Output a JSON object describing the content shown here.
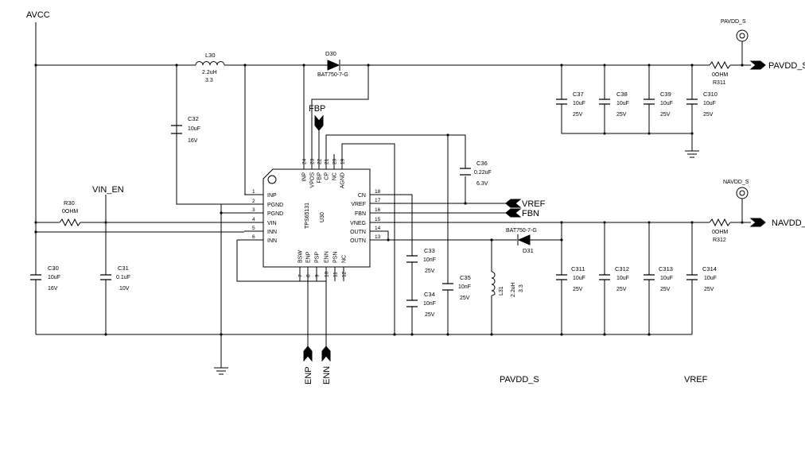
{
  "nets": {
    "avcc": "AVCC",
    "vin_en": "VIN_EN",
    "fbp": "FBP",
    "vref": "VREF",
    "fbn": "FBN",
    "enp": "ENP",
    "enn": "ENN",
    "pavdd_s_top": "PAVDD_S",
    "pavdd_s_out": "PAVDD_S",
    "navdd_s_top": "NAVDD_S",
    "navdd_s_out": "NAVDD_",
    "pavdd_s_bottom": "PAVDD_S",
    "vref_bottom": "VREF"
  },
  "ic": {
    "ref": "U30",
    "part": "TPS65131",
    "left_pins": [
      {
        "num": "1",
        "name": "INP"
      },
      {
        "num": "2",
        "name": "PGND"
      },
      {
        "num": "3",
        "name": "PGND"
      },
      {
        "num": "4",
        "name": "VIN"
      },
      {
        "num": "5",
        "name": "INN"
      },
      {
        "num": "6",
        "name": "INN"
      }
    ],
    "right_pins": [
      {
        "num": "18",
        "name": "CN"
      },
      {
        "num": "17",
        "name": "VREF"
      },
      {
        "num": "16",
        "name": "FBN"
      },
      {
        "num": "15",
        "name": "VNEG"
      },
      {
        "num": "14",
        "name": "OUTN"
      },
      {
        "num": "13",
        "name": "OUTN"
      }
    ],
    "top_pins": [
      {
        "num": "24",
        "name": "INP"
      },
      {
        "num": "23",
        "name": "VPOS"
      },
      {
        "num": "22",
        "name": "FBP"
      },
      {
        "num": "21",
        "name": "CP"
      },
      {
        "num": "20",
        "name": "NC"
      },
      {
        "num": "19",
        "name": "AGND"
      }
    ],
    "bottom_pins": [
      {
        "num": "7",
        "name": "BSW"
      },
      {
        "num": "8",
        "name": "ENP"
      },
      {
        "num": "9",
        "name": "PSP"
      },
      {
        "num": "10",
        "name": "ENN"
      },
      {
        "num": "11",
        "name": "PSN"
      },
      {
        "num": "12",
        "name": "NC"
      }
    ]
  },
  "components": {
    "l30": {
      "ref": "L30",
      "value": "2.2uH",
      "extra": "3.3"
    },
    "d30": {
      "ref": "D30",
      "value": "BAT750-7-G"
    },
    "d31": {
      "ref": "D31",
      "value": "BAT750-7-G"
    },
    "l31": {
      "ref": "L31",
      "value": "2.2uH",
      "extra": "3.3"
    },
    "r30": {
      "ref": "R30",
      "value": "0OHM"
    },
    "r311": {
      "ref": "R311",
      "value": "0OHM"
    },
    "r312": {
      "ref": "R312",
      "value": "0OHM"
    },
    "c32": {
      "ref": "C32",
      "value": "10uF",
      "voltage": "16V"
    },
    "c30": {
      "ref": "C30",
      "value": "10uF",
      "voltage": "16V"
    },
    "c31": {
      "ref": "C31",
      "value": "0.1uF",
      "voltage": "10V"
    },
    "c36": {
      "ref": "C36",
      "value": "0.22uF",
      "voltage": "6.3V"
    },
    "c33": {
      "ref": "C33",
      "value": "10nF",
      "voltage": "25V"
    },
    "c34": {
      "ref": "C34",
      "value": "10nF",
      "voltage": "25V"
    },
    "c35": {
      "ref": "C35",
      "value": "10nF",
      "voltage": "25V"
    },
    "c37": {
      "ref": "C37",
      "value": "10uF",
      "voltage": "25V"
    },
    "c38": {
      "ref": "C38",
      "value": "10uF",
      "voltage": "25V"
    },
    "c39": {
      "ref": "C39",
      "value": "10uF",
      "voltage": "25V"
    },
    "c310": {
      "ref": "C310",
      "value": "10uF",
      "voltage": "25V"
    },
    "c311": {
      "ref": "C311",
      "value": "10uF",
      "voltage": "25V"
    },
    "c312": {
      "ref": "C312",
      "value": "10uF",
      "voltage": "25V"
    },
    "c313": {
      "ref": "C313",
      "value": "10uF",
      "voltage": "25V"
    },
    "c314": {
      "ref": "C314",
      "value": "10uF",
      "voltage": "25V"
    }
  }
}
